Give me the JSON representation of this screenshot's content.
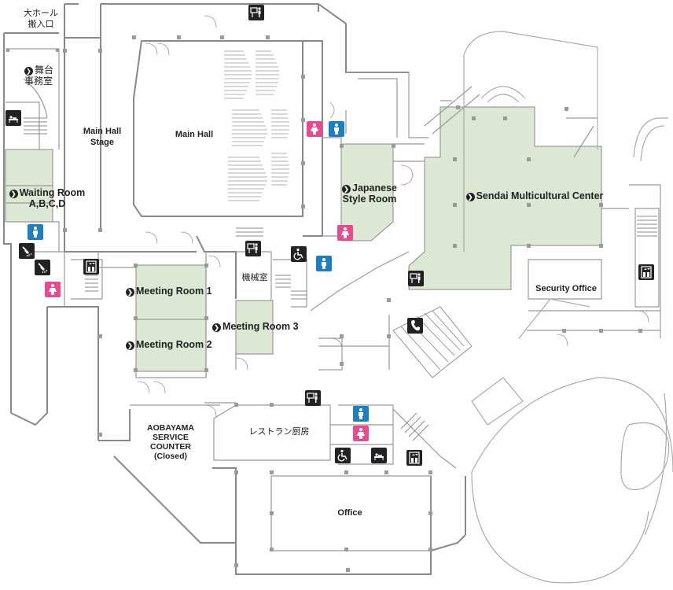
{
  "colors": {
    "room_fill": "#dde8d4",
    "wall": "#888888",
    "line": "#aaaaaa",
    "pillar": "#9a9a9a",
    "text": "#222222",
    "icon_dark": "#222222",
    "icon_male": "#1d7ec4",
    "icon_female": "#e8498f"
  },
  "labels": {
    "loading_entrance": "大ホール\n搬入口",
    "stage_office": "舞台\n事務室",
    "main_hall_stage": "Main Hall\nStage",
    "main_hall": "Main Hall",
    "waiting_room": "Waiting Room\nA,B,C,D",
    "japanese_style_room": "Japanese\nStyle Room",
    "multicultural_center": "Sendai Multicultural Center",
    "security_office": "Security Office",
    "meeting_room_1": "Meeting Room 1",
    "meeting_room_2": "Meeting Room 2",
    "meeting_room_3": "Meeting Room 3",
    "machine_room": "機械室",
    "service_counter": "AOBAYAMA\nSERVICE\nCOUNTER\n(Closed)",
    "restaurant_kitchen": "レストラン厨房",
    "office": "Office"
  },
  "icons": [
    {
      "name": "information-board-icon",
      "kind": "info"
    },
    {
      "name": "baby-changing-icon",
      "kind": "baby"
    },
    {
      "name": "female-restroom-icon",
      "kind": "female"
    },
    {
      "name": "male-restroom-icon",
      "kind": "male"
    },
    {
      "name": "shower-icon",
      "kind": "shower"
    },
    {
      "name": "elevator-icon",
      "kind": "elevator"
    },
    {
      "name": "wheelchair-icon",
      "kind": "wheelchair"
    },
    {
      "name": "telephone-icon",
      "kind": "phone"
    }
  ]
}
